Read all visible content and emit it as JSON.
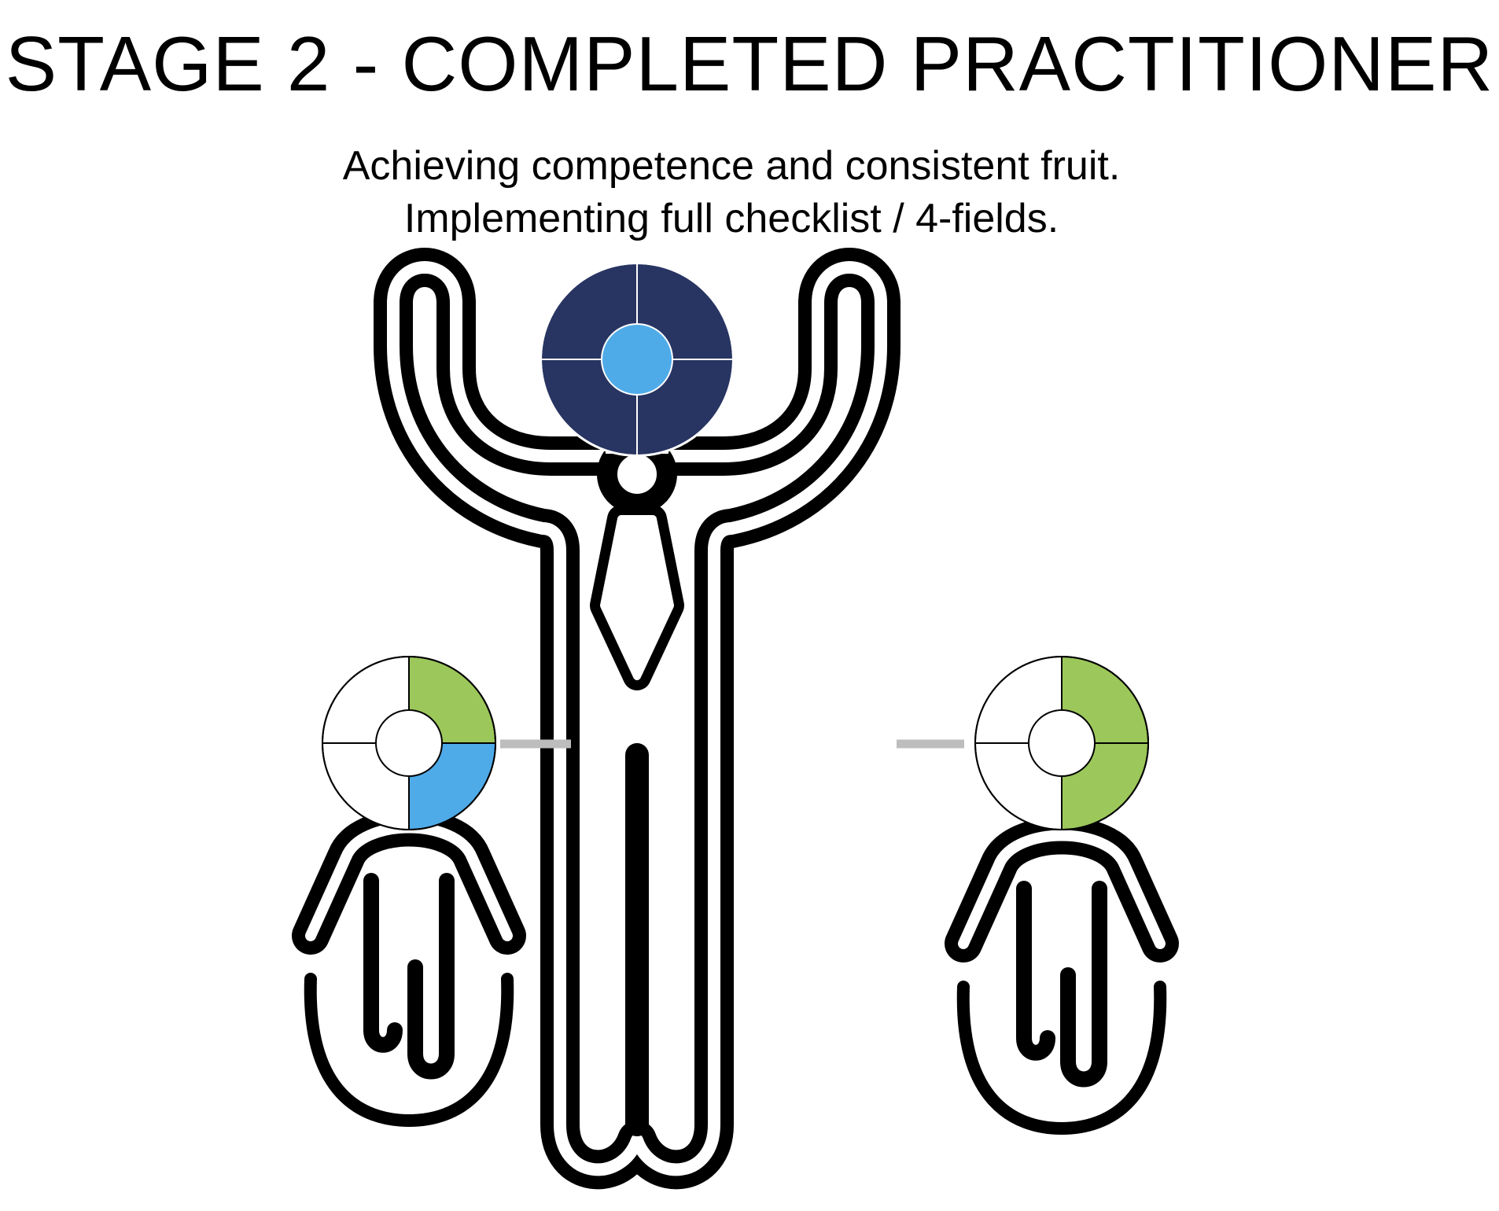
{
  "title": "STAGE 2 - COMPLETED PRACTITIONER",
  "subtitle": {
    "line1": "Achieving competence and consistent fruit.",
    "line2": "Implementing full checklist / 4-fields."
  },
  "colors": {
    "outline": "#000000",
    "navy": "#283562",
    "blue": "#4fabe8",
    "green": "#9cc75a",
    "connector": "#bdbdbd",
    "empty": "#ffffff"
  },
  "figures": {
    "leader": {
      "icon": "person-arms-raised-with-tie-icon",
      "wheel": {
        "center_fill": "blue",
        "quadrants": {
          "top_left": "navy",
          "top_right": "navy",
          "bottom_right": "navy",
          "bottom_left": "navy"
        }
      }
    },
    "left_disciple": {
      "icon": "person-praying-hands-icon",
      "wheel": {
        "center_fill": "empty",
        "quadrants": {
          "top_left": "empty",
          "top_right": "green",
          "bottom_right": "blue",
          "bottom_left": "empty"
        }
      }
    },
    "right_disciple": {
      "icon": "person-praying-hands-icon",
      "wheel": {
        "center_fill": "empty",
        "quadrants": {
          "top_left": "empty",
          "top_right": "green",
          "bottom_right": "green",
          "bottom_left": "empty"
        }
      }
    }
  }
}
